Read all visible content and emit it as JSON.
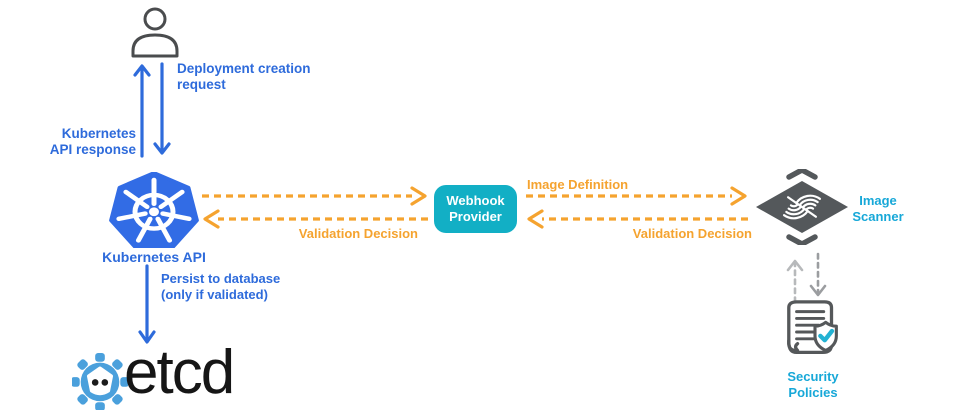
{
  "colors": {
    "arrow_blue": "#2E6BDB",
    "kubernetes_blue": "#326CE5",
    "arrow_orange": "#F5A32F",
    "webhook_teal": "#12AFC5",
    "label_cyan": "#17A8D8",
    "icon_dark_gray": "#54585B",
    "arrow_light_gray": "#B7B9BB",
    "arrow_mid_gray": "#9B9DA0",
    "etcd_blue": "#4AA0DC",
    "etcd_text": "#161616"
  },
  "icons": {
    "user": "person-icon",
    "kubernetes": "kubernetes-wheel-icon",
    "scanner": "scan-fingerprint-diamond-icon",
    "policies": "document-shield-check-icon",
    "etcd": "etcd-gear-face-icon"
  },
  "nodes": {
    "kubernetes_api": {
      "label": "Kubernetes API"
    },
    "webhook_provider": {
      "label": "Webhook\nProvider"
    },
    "image_scanner": {
      "label": "Image\nScanner"
    },
    "security_policies": {
      "label": "Security\nPolicies"
    },
    "etcd": {
      "wordmark": "etcd"
    }
  },
  "edges": {
    "deployment_request": {
      "label": "Deployment creation\nrequest",
      "direction": "user-to-kubernetes-api"
    },
    "api_response": {
      "label": "Kubernetes\nAPI response",
      "direction": "kubernetes-api-to-user"
    },
    "request_to_webhook": {
      "label": "",
      "direction": "kubernetes-api-to-webhook"
    },
    "validation_decision_webhook_to_k8s": {
      "label": "Validation Decision",
      "direction": "webhook-to-kubernetes-api"
    },
    "image_definition": {
      "label": "Image Definition",
      "direction": "webhook-to-scanner"
    },
    "validation_decision_scanner_to_webhook": {
      "label": "Validation Decision",
      "direction": "scanner-to-webhook"
    },
    "scanner_policies_exchange": {
      "label": "",
      "direction": "bidirectional"
    },
    "persist": {
      "label": "Persist to database\n(only if validated)",
      "direction": "kubernetes-api-to-etcd"
    }
  }
}
